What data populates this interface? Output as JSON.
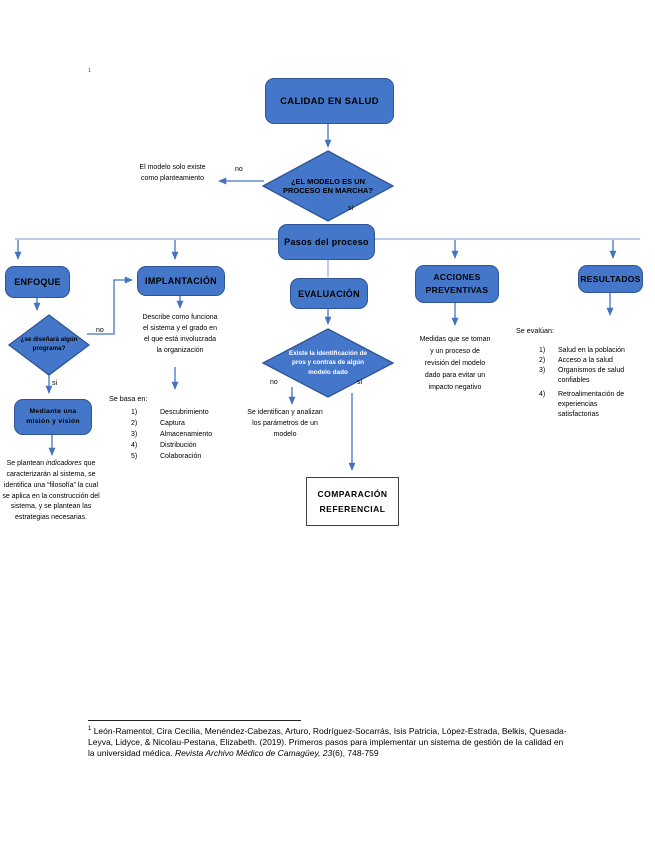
{
  "meta": {
    "page_marker": "1"
  },
  "colors": {
    "shape_fill": "#4477C9",
    "shape_border": "#2F5496",
    "connector": "#4472C4",
    "connector_light": "#8FAADC"
  },
  "root_node": {
    "label": "CALIDAD EN SALUD"
  },
  "decision_modelo": {
    "question": "¿EL MODELO ES UN\nPROCESO EN MARCHA?",
    "no_label": "no",
    "si_label": "si",
    "no_result": "El modelo solo existe\ncomo planteamiento"
  },
  "pasos": {
    "label": "Pasos del proceso"
  },
  "enfoque": {
    "label": "ENFOQUE",
    "question": "¿se diseñará algún\nprograma?",
    "no_label": "no",
    "si_label": "si",
    "mision": "Mediante una\nmisión y visión",
    "paragraph_pre": "Se plantean ",
    "paragraph_italic": "indicadores",
    "paragraph_post": " que caracterizarán al sistema, se identifica una “filosofía” la cual se aplica en la construcción del sistema, y se plantean las estrategias necesarias."
  },
  "implantacion": {
    "label": "IMPLANTACIÓN",
    "description": "Describe como funciona\nel sistema y el grado en\nel que está involucrada\nla organización",
    "list_title": "Se basa en:",
    "items": [
      {
        "num": "1)",
        "text": "Descubrimiento"
      },
      {
        "num": "2)",
        "text": "Captura"
      },
      {
        "num": "3)",
        "text": "Almacenamiento"
      },
      {
        "num": "4)",
        "text": "Distribución"
      },
      {
        "num": "5)",
        "text": "Colaboración"
      }
    ]
  },
  "evaluacion": {
    "label": "EVALUACIÓN",
    "question": "Existe la identificación de\npros y contras de algún\nmodelo dado",
    "no_label": "no",
    "si_label": "si",
    "no_result": "Se identifican y analizan\nlos parámetros de un\nmodelo",
    "si_result": "COMPARACIÓN\nREFERENCIAL"
  },
  "acciones": {
    "label": "ACCIONES\nPREVENTIVAS",
    "description": "Medidas que se toman\ny un proceso de\nrevisión del modelo\ndado para evitar un\nimpacto negativo"
  },
  "resultados": {
    "label": "RESULTADOS",
    "list_title": "Se evalúan:",
    "items": [
      {
        "num": "1)",
        "text": "Salud en la población"
      },
      {
        "num": "2)",
        "text": "Acceso a la salud"
      },
      {
        "num": "3)",
        "text": "Organismos de salud\nconfiables"
      },
      {
        "num": "4)",
        "text": "Retroalimentación de\nexperiencias\nsatisfactorias"
      }
    ]
  },
  "footnote": {
    "marker": "1",
    "text_pre": " León-Ramentol, Cira Cecilia, Menéndez-Cabezas, Arturo, Rodríguez-Socarrás, Isis Patricia, López-Estrada, Belkis, Quesada-Leyva, Lidyce, & Nicolau-Pestana, Elizabeth. (2019). Primeros pasos para implementar un sistema de gestión de la calidad en la universidad médica. ",
    "text_italic": "Revista Archivo Médico de Camagüey, 23",
    "text_post": "(6), 748-759"
  }
}
